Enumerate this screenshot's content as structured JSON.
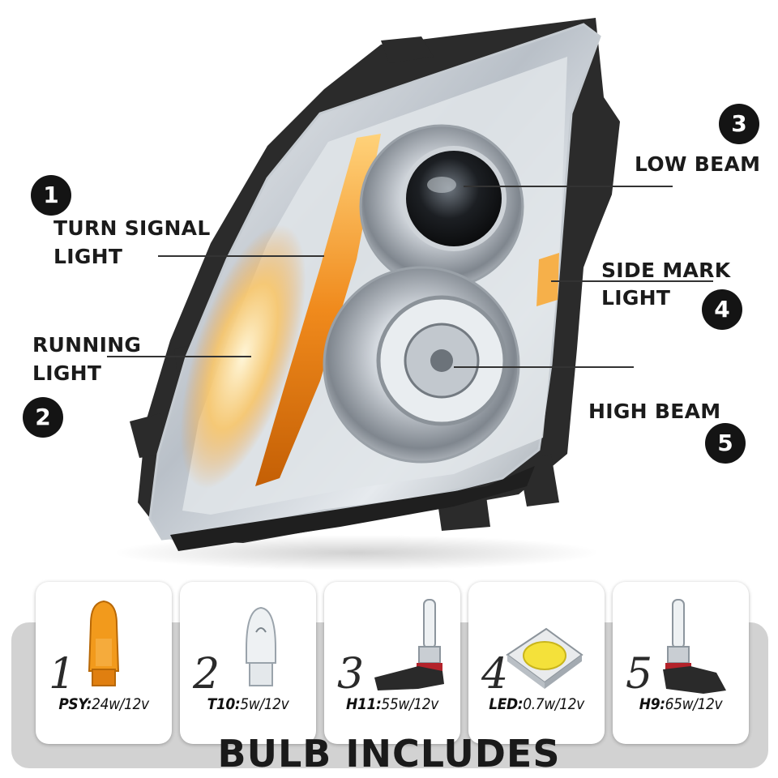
{
  "callouts": [
    {
      "num": "1",
      "line1": "TURN SIGNAL",
      "line2": "LIGHT"
    },
    {
      "num": "2",
      "line1": "RUNNING",
      "line2": "LIGHT"
    },
    {
      "num": "3",
      "line1": "LOW BEAM",
      "line2": ""
    },
    {
      "num": "4",
      "line1": "SIDE MARK",
      "line2": "LIGHT"
    },
    {
      "num": "5",
      "line1": "HIGH BEAM",
      "line2": ""
    }
  ],
  "bulbs": [
    {
      "num": "1",
      "code": "PSY:",
      "rating": "24w/12v",
      "icon": "amber-wedge-bulb-icon"
    },
    {
      "num": "2",
      "code": "T10:",
      "rating": "5w/12v",
      "icon": "clear-wedge-bulb-icon"
    },
    {
      "num": "3",
      "code": "H11:",
      "rating": "55w/12v",
      "icon": "halogen-h11-bulb-icon"
    },
    {
      "num": "4",
      "code": "LED:",
      "rating": "0.7w/12v",
      "icon": "led-chip-icon"
    },
    {
      "num": "5",
      "code": "H9:",
      "rating": "65w/12v",
      "icon": "halogen-h9-bulb-icon"
    }
  ],
  "footer": {
    "title": "BULB INCLUDES"
  },
  "colors": {
    "amber": "#f08a1c",
    "chrome": "#c9cfd6",
    "housing": "#2b2b2b",
    "tray": "#d2d2d2"
  }
}
